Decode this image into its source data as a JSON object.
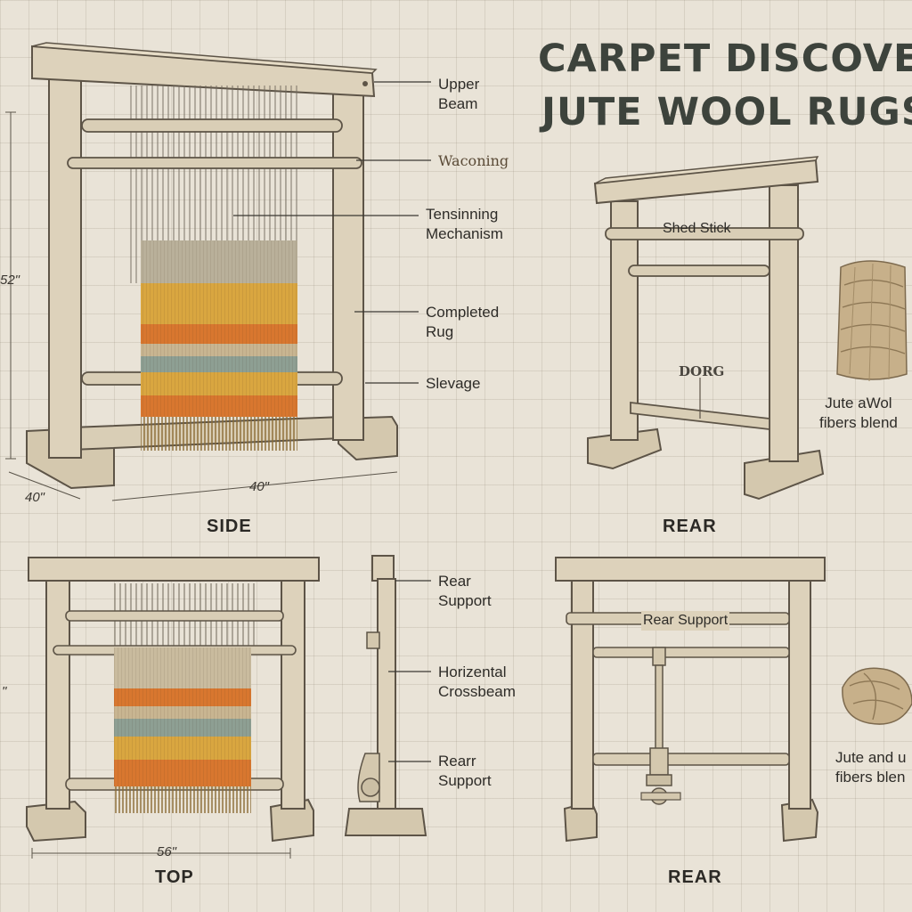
{
  "title": {
    "line1": "CARPET DISCOVER",
    "line2": "JUTE WOOL RUGS"
  },
  "views": {
    "side": "SIDE",
    "rear_top": "REAR",
    "top": "TOP",
    "rear_bottom": "REAR"
  },
  "callouts": {
    "upper_beam_l1": "Upper",
    "upper_beam_l2": "Beam",
    "warping": "Waconing",
    "tension_l1": "Tensinning",
    "tension_l2": "Mechanism",
    "completed_l1": "Completed",
    "completed_l2": "Rug",
    "selvage": "Slevage",
    "shed_stick": "Shed Stick",
    "dorg": "DORG",
    "jute_top_l1": "Jute aWol",
    "jute_top_l2": "fibers blend",
    "rear_support_1_l1": "Rear",
    "rear_support_1_l2": "Support",
    "crossbeam_l1": "Horizental",
    "crossbeam_l2": "Crossbeam",
    "rear_support_2_l1": "Rearr",
    "rear_support_2_l2": "Support",
    "rear_support_bar": "Rear Support",
    "jute_bottom_l1": "Jute and u",
    "jute_bottom_l2": "fibers blen"
  },
  "dimensions": {
    "height_side": "52\"",
    "width_side": "40\"",
    "depth_side": "40\"",
    "width_top": "56\"",
    "height_top": "\""
  },
  "colors": {
    "paper": "#e9e3d7",
    "wood": "#ddd2bb",
    "wood_outline": "#5d5447",
    "rug_yellow": "#d9a640",
    "rug_orange": "#d8772f",
    "rug_teal": "#8e9f93",
    "rug_beige": "#c8b591",
    "title": "#3d433c"
  }
}
